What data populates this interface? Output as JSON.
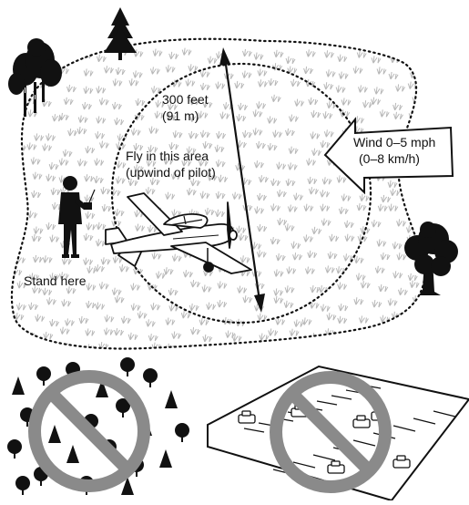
{
  "distance": {
    "line1": "300 feet",
    "line2": "(91 m)"
  },
  "fly_area": {
    "line1": "Fly in this area",
    "line2": "(upwind of pilot)"
  },
  "wind": {
    "line1": "Wind 0–5 mph",
    "line2": "(0–8 km/h)"
  },
  "pilot_label": "Stand here",
  "icons": {
    "pilot": "pilot-with-transmitter-icon",
    "airplane": "rc-airplane-icon",
    "wind_arrow": "wind-direction-arrow-icon",
    "no_trees": "no-trees-prohibition-icon",
    "no_parking": "no-parking-lot-prohibition-icon"
  },
  "colors": {
    "line": "#111111",
    "prohibition": "#8a8a8a",
    "grass": "#b8b8b8"
  }
}
